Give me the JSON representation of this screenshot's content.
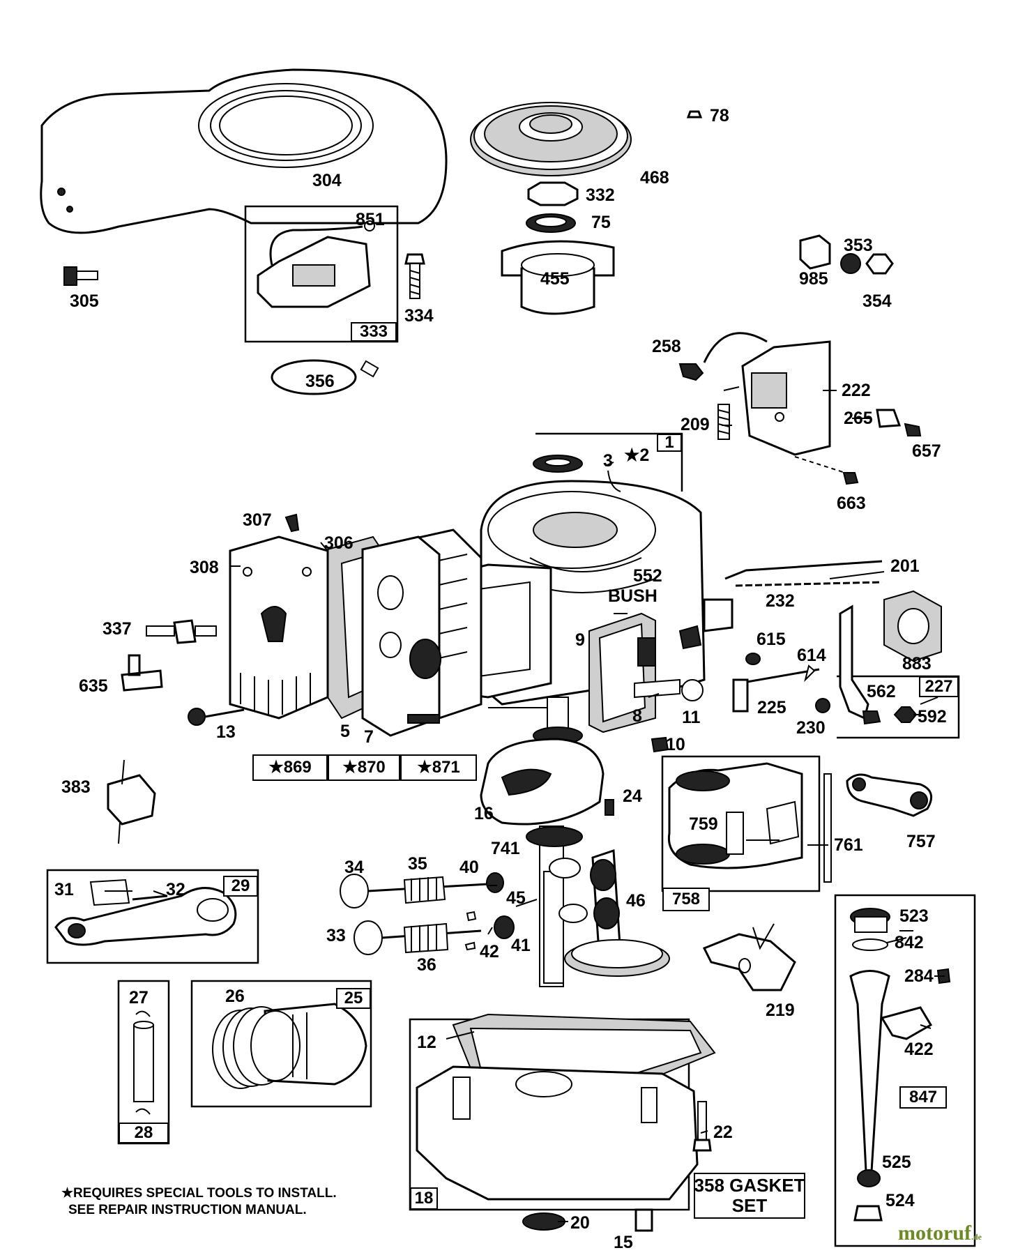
{
  "diagram": {
    "labels": [
      {
        "id": "304",
        "text": "304"
      },
      {
        "id": "851",
        "text": "851"
      },
      {
        "id": "334",
        "text": "334"
      },
      {
        "id": "305",
        "text": "305"
      },
      {
        "id": "356",
        "text": "356"
      },
      {
        "id": "78",
        "text": "78"
      },
      {
        "id": "468",
        "text": "468"
      },
      {
        "id": "332",
        "text": "332"
      },
      {
        "id": "75",
        "text": "75"
      },
      {
        "id": "455",
        "text": "455"
      },
      {
        "id": "353",
        "text": "353"
      },
      {
        "id": "985",
        "text": "985"
      },
      {
        "id": "354",
        "text": "354"
      },
      {
        "id": "258",
        "text": "258"
      },
      {
        "id": "222",
        "text": "222"
      },
      {
        "id": "209",
        "text": "209"
      },
      {
        "id": "265",
        "text": "265"
      },
      {
        "id": "657",
        "text": "657"
      },
      {
        "id": "663",
        "text": "663"
      },
      {
        "id": "3",
        "text": "3"
      },
      {
        "id": "2",
        "text": "★2"
      },
      {
        "id": "307",
        "text": "307"
      },
      {
        "id": "306",
        "text": "306"
      },
      {
        "id": "308",
        "text": "308"
      },
      {
        "id": "337",
        "text": "337"
      },
      {
        "id": "635",
        "text": "635"
      },
      {
        "id": "13",
        "text": "13"
      },
      {
        "id": "5",
        "text": "5"
      },
      {
        "id": "7",
        "text": "7"
      },
      {
        "id": "552",
        "text": "552"
      },
      {
        "id": "bush",
        "text": "BUSH"
      },
      {
        "id": "9",
        "text": "9"
      },
      {
        "id": "8",
        "text": "8"
      },
      {
        "id": "11",
        "text": "11"
      },
      {
        "id": "10",
        "text": "10"
      },
      {
        "id": "201",
        "text": "201"
      },
      {
        "id": "232",
        "text": "232"
      },
      {
        "id": "615",
        "text": "615"
      },
      {
        "id": "614",
        "text": "614"
      },
      {
        "id": "883",
        "text": "883"
      },
      {
        "id": "225",
        "text": "225"
      },
      {
        "id": "230",
        "text": "230"
      },
      {
        "id": "562",
        "text": "562"
      },
      {
        "id": "592",
        "text": "592"
      },
      {
        "id": "383",
        "text": "383"
      },
      {
        "id": "24",
        "text": "24"
      },
      {
        "id": "16",
        "text": "16"
      },
      {
        "id": "741",
        "text": "741"
      },
      {
        "id": "759",
        "text": "759"
      },
      {
        "id": "761",
        "text": "761"
      },
      {
        "id": "757",
        "text": "757"
      },
      {
        "id": "31",
        "text": "31"
      },
      {
        "id": "32",
        "text": "32"
      },
      {
        "id": "34",
        "text": "34"
      },
      {
        "id": "35",
        "text": "35"
      },
      {
        "id": "40",
        "text": "40"
      },
      {
        "id": "45",
        "text": "45"
      },
      {
        "id": "46",
        "text": "46"
      },
      {
        "id": "33",
        "text": "33"
      },
      {
        "id": "36",
        "text": "36"
      },
      {
        "id": "42",
        "text": "42"
      },
      {
        "id": "41",
        "text": "41"
      },
      {
        "id": "523",
        "text": "523"
      },
      {
        "id": "842",
        "text": "842"
      },
      {
        "id": "284",
        "text": "284"
      },
      {
        "id": "219",
        "text": "219"
      },
      {
        "id": "422",
        "text": "422"
      },
      {
        "id": "27",
        "text": "27"
      },
      {
        "id": "26",
        "text": "26"
      },
      {
        "id": "12",
        "text": "12"
      },
      {
        "id": "22",
        "text": "22"
      },
      {
        "id": "525",
        "text": "525"
      },
      {
        "id": "524",
        "text": "524"
      },
      {
        "id": "20",
        "text": "20"
      },
      {
        "id": "15",
        "text": "15"
      }
    ],
    "boxed": [
      {
        "id": "b333",
        "text": "333"
      },
      {
        "id": "b1",
        "text": "1"
      },
      {
        "id": "b227",
        "text": "227"
      },
      {
        "id": "b869",
        "text": "★869"
      },
      {
        "id": "b870",
        "text": "★870"
      },
      {
        "id": "b871",
        "text": "★871"
      },
      {
        "id": "b758",
        "text": "758"
      },
      {
        "id": "b29",
        "text": "29"
      },
      {
        "id": "b25",
        "text": "25"
      },
      {
        "id": "b28",
        "text": "28"
      },
      {
        "id": "b847",
        "text": "847"
      },
      {
        "id": "b18",
        "text": "18"
      }
    ],
    "gasket_set": [
      "358 GASKET",
      "SET"
    ],
    "note": [
      "★REQUIRES SPECIAL TOOLS TO INSTALL.",
      "SEE REPAIR INSTRUCTION MANUAL."
    ],
    "watermark": {
      "name": "motoruf",
      "suffix": ".de"
    }
  }
}
